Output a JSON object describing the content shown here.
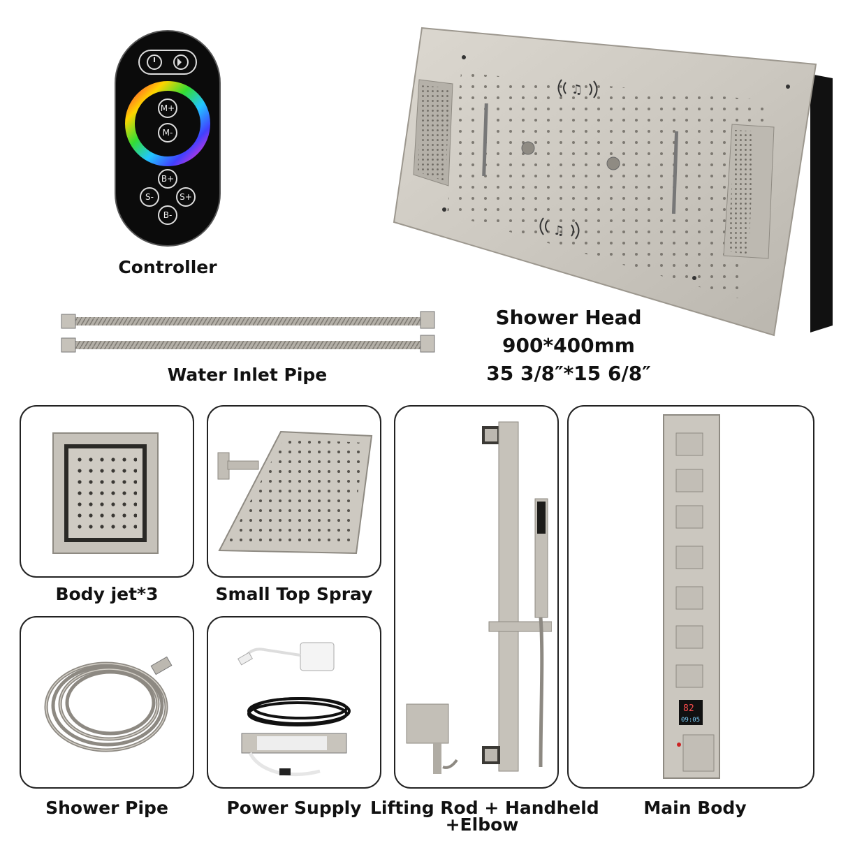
{
  "controller": {
    "label": "Controller",
    "buttons": [
      "M+",
      "M-",
      "B+",
      "S-",
      "S+",
      "B-"
    ]
  },
  "shower_head": {
    "title": "Shower Head",
    "size_mm": "900*400mm",
    "size_in": "35 3/8″*15 6/8″"
  },
  "water_inlet": {
    "label": "Water Inlet Pipe"
  },
  "parts": {
    "body_jet": "Body jet*3",
    "small_top_spray": "Small Top Spray",
    "shower_pipe": "Shower Pipe",
    "power_supply": "Power Supply",
    "lifting_rod_line1": "Lifting Rod + Handheld",
    "lifting_rod_line2": "+Elbow",
    "main_body": "Main Body"
  },
  "main_body_display": {
    "temp": "82",
    "time": "09:05"
  },
  "colors": {
    "metal": "#c9c5bd",
    "metal_dark": "#9c978e",
    "remote": "#0b0b0b",
    "frame": "#222222"
  }
}
